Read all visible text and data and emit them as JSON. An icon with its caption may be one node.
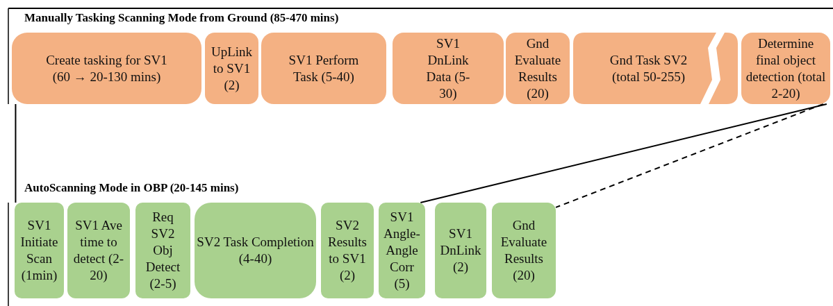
{
  "diagram": {
    "nodes": [
      {
        "text": [
          "Create tasking for SV1 (60 → 20-130 mins)"
        ]
      },
      {
        "text": [
          "UpLink to SV1 (2)"
        ]
      },
      {
        "text": [
          "SV1 Perform Task (5-40)"
        ]
      },
      {
        "text": [
          "SV1 DnLink Data (5-30)"
        ]
      },
      {
        "text": [
          "Gnd Evaluate Results (20)"
        ]
      },
      {
        "text": [
          "Gnd Task SV2 (total 50-255)"
        ]
      },
      {
        "text": [
          "Determine final object detection (total 2-20)"
        ]
      },
      {
        "text": [
          "SV1 Initiate Scan (1min)"
        ]
      },
      {
        "text": [
          "SV1 Ave time to detect (2-20)"
        ]
      },
      {
        "text": [
          "Req SV2 Obj Detect (2-5)"
        ]
      },
      {
        "text": [
          "SV2 Task Completion (4-40)"
        ]
      },
      {
        "text": [
          "SV2 Results to SV1 (2)"
        ]
      },
      {
        "text": [
          "SV1 Angle-Angle Corr (5)"
        ]
      },
      {
        "text": [
          "SV1 DnLink (2)"
        ]
      },
      {
        "text": [
          "Gnd Evaluate Results (20)"
        ]
      }
    ],
    "edges": [
      {
        "from": 0,
        "to": 7,
        "arrow": "none"
      },
      {
        "from": 6,
        "to": 12,
        "arrow": "none"
      },
      {
        "from": 6,
        "to": 14,
        "arrow": "none",
        "style": "dashed"
      }
    ],
    "labels": [
      "Manually Tasking Scanning Mode from Ground (85-470 mins)",
      "AutoScanning Mode in OBP (20-145 mins)"
    ]
  }
}
